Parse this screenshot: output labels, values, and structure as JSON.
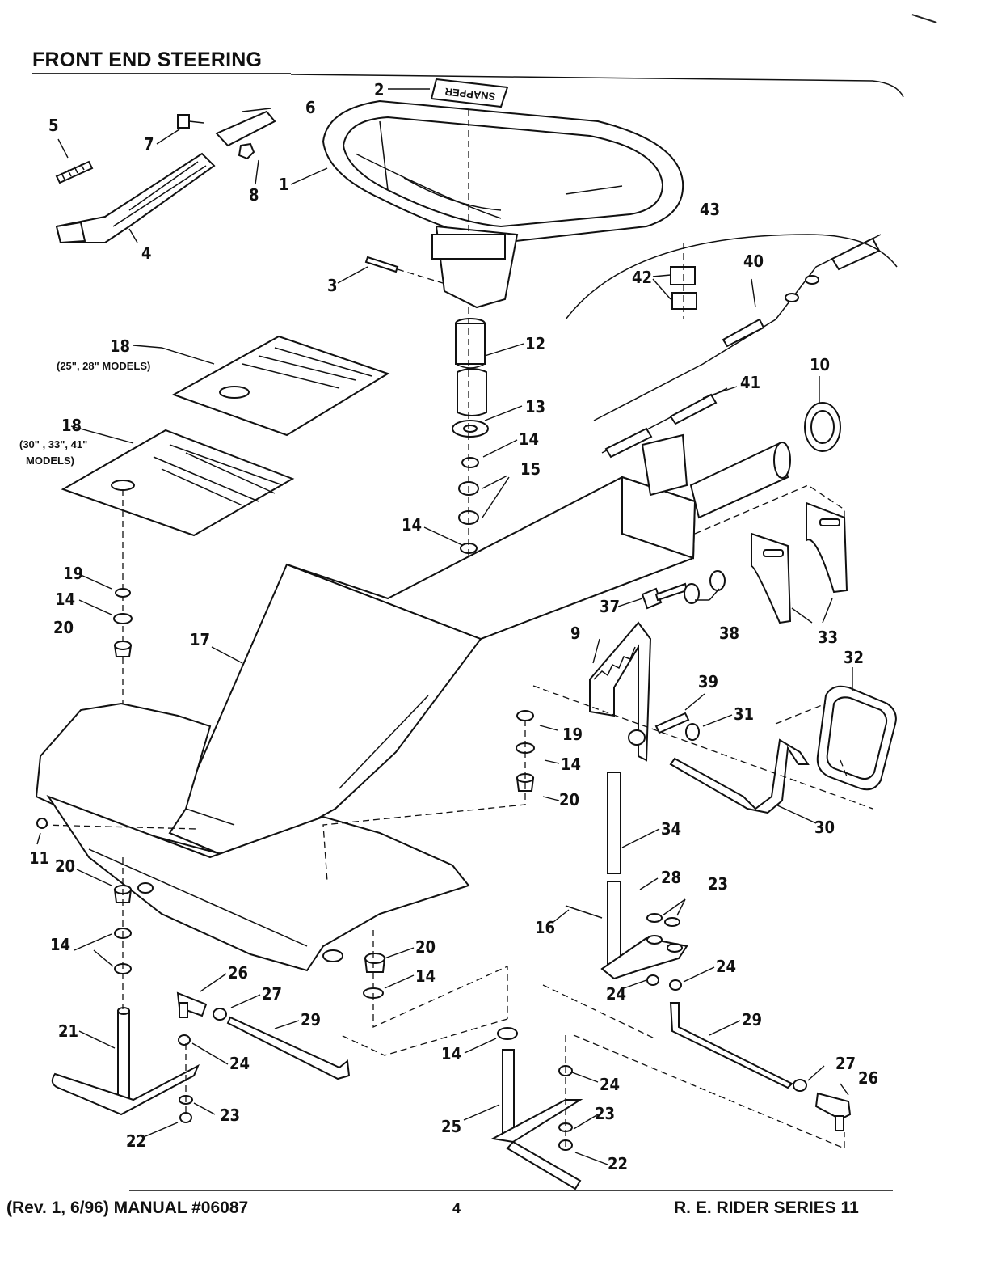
{
  "header": {
    "title": "FRONT END STEERING"
  },
  "footer": {
    "left": "(Rev. 1, 6/96) MANUAL #06087",
    "page": "4",
    "right": "R. E. RIDER SERIES 11"
  },
  "decal_text": "SNAPPER",
  "notes": {
    "n18a": "(25\", 28\" MODELS)",
    "n18b_line1": "(30\" , 33\", 41\"",
    "n18b_line2": "MODELS)"
  },
  "callouts": {
    "c1": "1",
    "c2": "2",
    "c3": "3",
    "c4": "4",
    "c5": "5",
    "c6": "6",
    "c7": "7",
    "c8": "8",
    "c9": "9",
    "c10": "10",
    "c11": "11",
    "c12": "12",
    "c13": "13",
    "c14a": "14",
    "c14b": "14",
    "c14c": "14",
    "c14d": "14",
    "c14e": "14",
    "c14f": "14",
    "c14g": "14",
    "c15": "15",
    "c16": "16",
    "c17": "17",
    "c18a": "18",
    "c18b": "18",
    "c19a": "19",
    "c19b": "19",
    "c20a": "20",
    "c20b": "20",
    "c20c": "20",
    "c20d": "20",
    "c21": "21",
    "c22a": "22",
    "c22b": "22",
    "c23a": "23",
    "c23b": "23",
    "c23c": "23",
    "c24a": "24",
    "c24b": "24",
    "c24c": "24",
    "c24d": "24",
    "c25": "25",
    "c26a": "26",
    "c26b": "26",
    "c27a": "27",
    "c27b": "27",
    "c28": "28",
    "c29a": "29",
    "c29b": "29",
    "c30": "30",
    "c31": "31",
    "c32": "32",
    "c33": "33",
    "c34": "34",
    "c37": "37",
    "c38": "38",
    "c39": "39",
    "c40": "40",
    "c41": "41",
    "c42": "42",
    "c43": "43"
  }
}
